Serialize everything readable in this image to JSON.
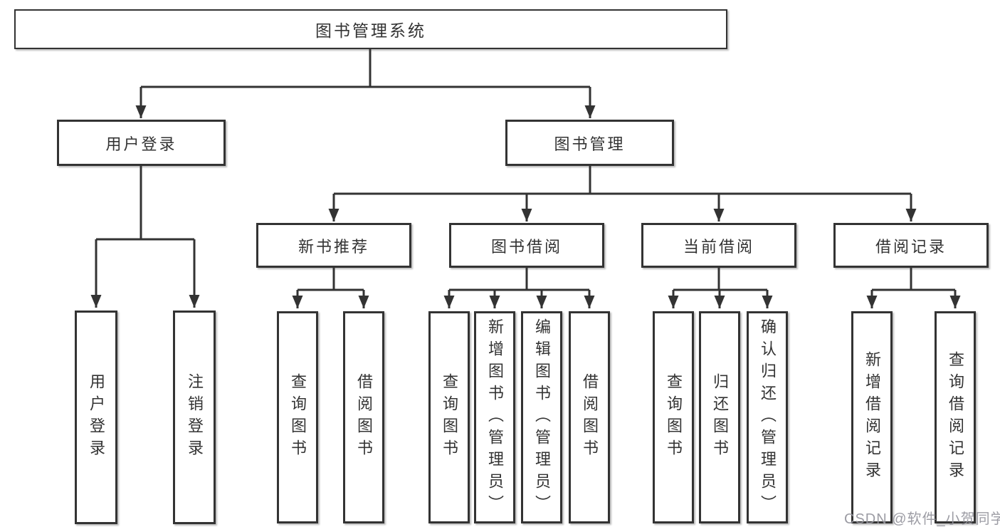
{
  "tree": {
    "root": "图书管理系统",
    "branches": [
      {
        "label": "用户登录",
        "children": [
          "用户登录",
          "注销登录"
        ]
      },
      {
        "label": "图书管理",
        "groups": [
          {
            "label": "新书推荐",
            "children": [
              "查询图书",
              "借阅图书"
            ]
          },
          {
            "label": "图书借阅",
            "children": [
              "查询图书",
              "新增图书（管理员）",
              "编辑图书（管理员）",
              "借阅图书"
            ]
          },
          {
            "label": "当前借阅",
            "children": [
              "查询图书",
              "归还图书",
              "确认归还（管理员）"
            ]
          },
          {
            "label": "借阅记录",
            "children": [
              "新增借阅记录",
              "查询借阅记录"
            ]
          }
        ]
      }
    ]
  },
  "watermark": "CSDN @软件_小贺同学",
  "colors": {
    "line": "#333333",
    "box_fill": "#ffffff",
    "text": "#333333",
    "watermark": "#94949c",
    "background": "#ffffff"
  }
}
